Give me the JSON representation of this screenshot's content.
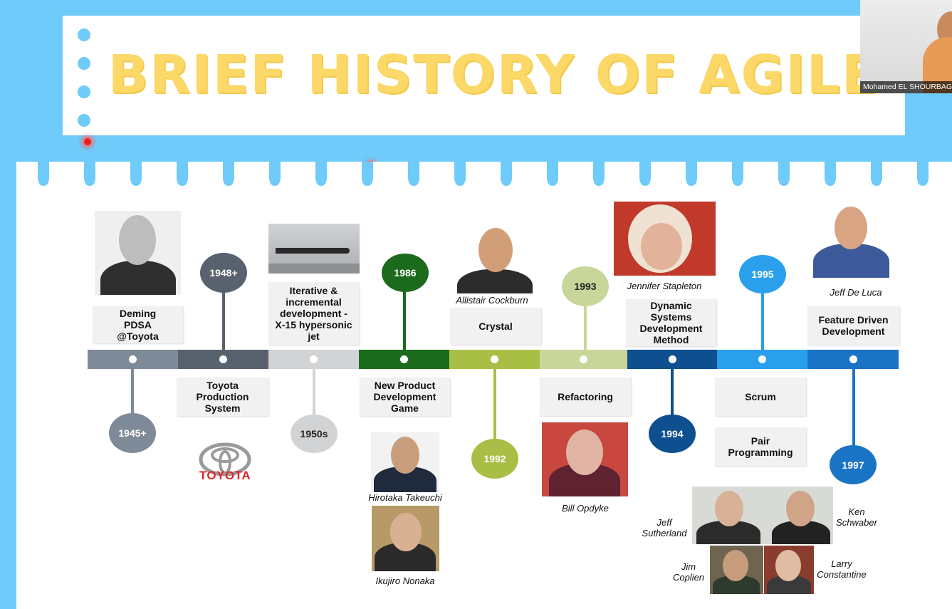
{
  "title": "BRIEF HISTORY OF AGILE",
  "webcam": {
    "name": "Mohamed EL SHOURBAGY"
  },
  "colors": {
    "background": "#6fcbfa",
    "title": "#fbd868",
    "segments": [
      "#7f8a99",
      "#58626e",
      "#d2d3d5",
      "#1c6a1c",
      "#a9be45",
      "#c9d69a",
      "#0d4f8f",
      "#2aa0ec",
      "#1a74c6"
    ]
  },
  "timeline": {
    "years": [
      "1945+",
      "1948+",
      "1950s",
      "1986",
      "1992",
      "1993",
      "1994",
      "1995",
      "1997"
    ],
    "events": [
      "Deming PDSA @Toyota",
      "Toyota Production System",
      "Iterative & incremental development - X-15 hypersonic jet",
      "New Product Development Game",
      "Crystal",
      "Refactoring",
      "Dynamic Systems Development Method",
      "Scrum",
      "Pair Programming",
      "Feature Driven Development"
    ],
    "people": [
      "Allistair Cockburn",
      "Jennifer Stapleton",
      "Jeff De Luca",
      "Hirotaka Takeuchi",
      "Ikujiro Nonaka",
      "Bill Opdyke",
      "Jeff Sutherland",
      "Ken Schwaber",
      "Jim Coplien",
      "Larry Constantine"
    ],
    "logos": {
      "toyota": "TOYOTA"
    }
  }
}
